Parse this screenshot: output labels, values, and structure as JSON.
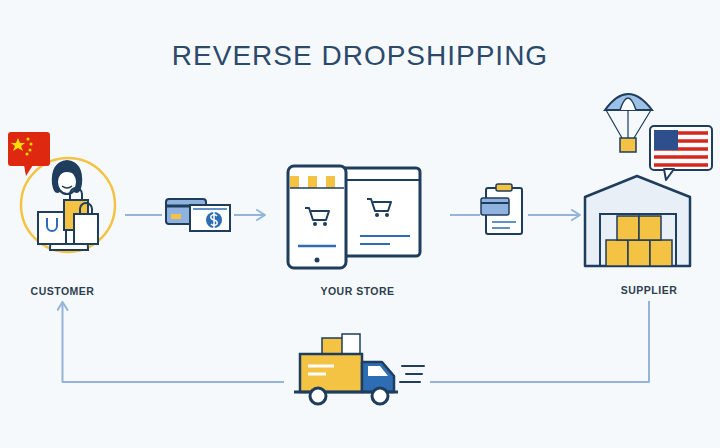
{
  "diagram": {
    "title": "REVERSE DROPSHIPPING",
    "nodes": [
      {
        "text": [
          "CUSTOMER"
        ]
      },
      {
        "text": [
          "YOUR STORE"
        ]
      },
      {
        "text": [
          "SUPPLIER"
        ]
      }
    ],
    "edges": [
      {
        "from": 0,
        "to": 1,
        "arrow": "to"
      },
      {
        "from": 1,
        "to": 2,
        "arrow": "to"
      },
      {
        "from": 2,
        "to": 0,
        "arrow": "to"
      }
    ]
  }
}
